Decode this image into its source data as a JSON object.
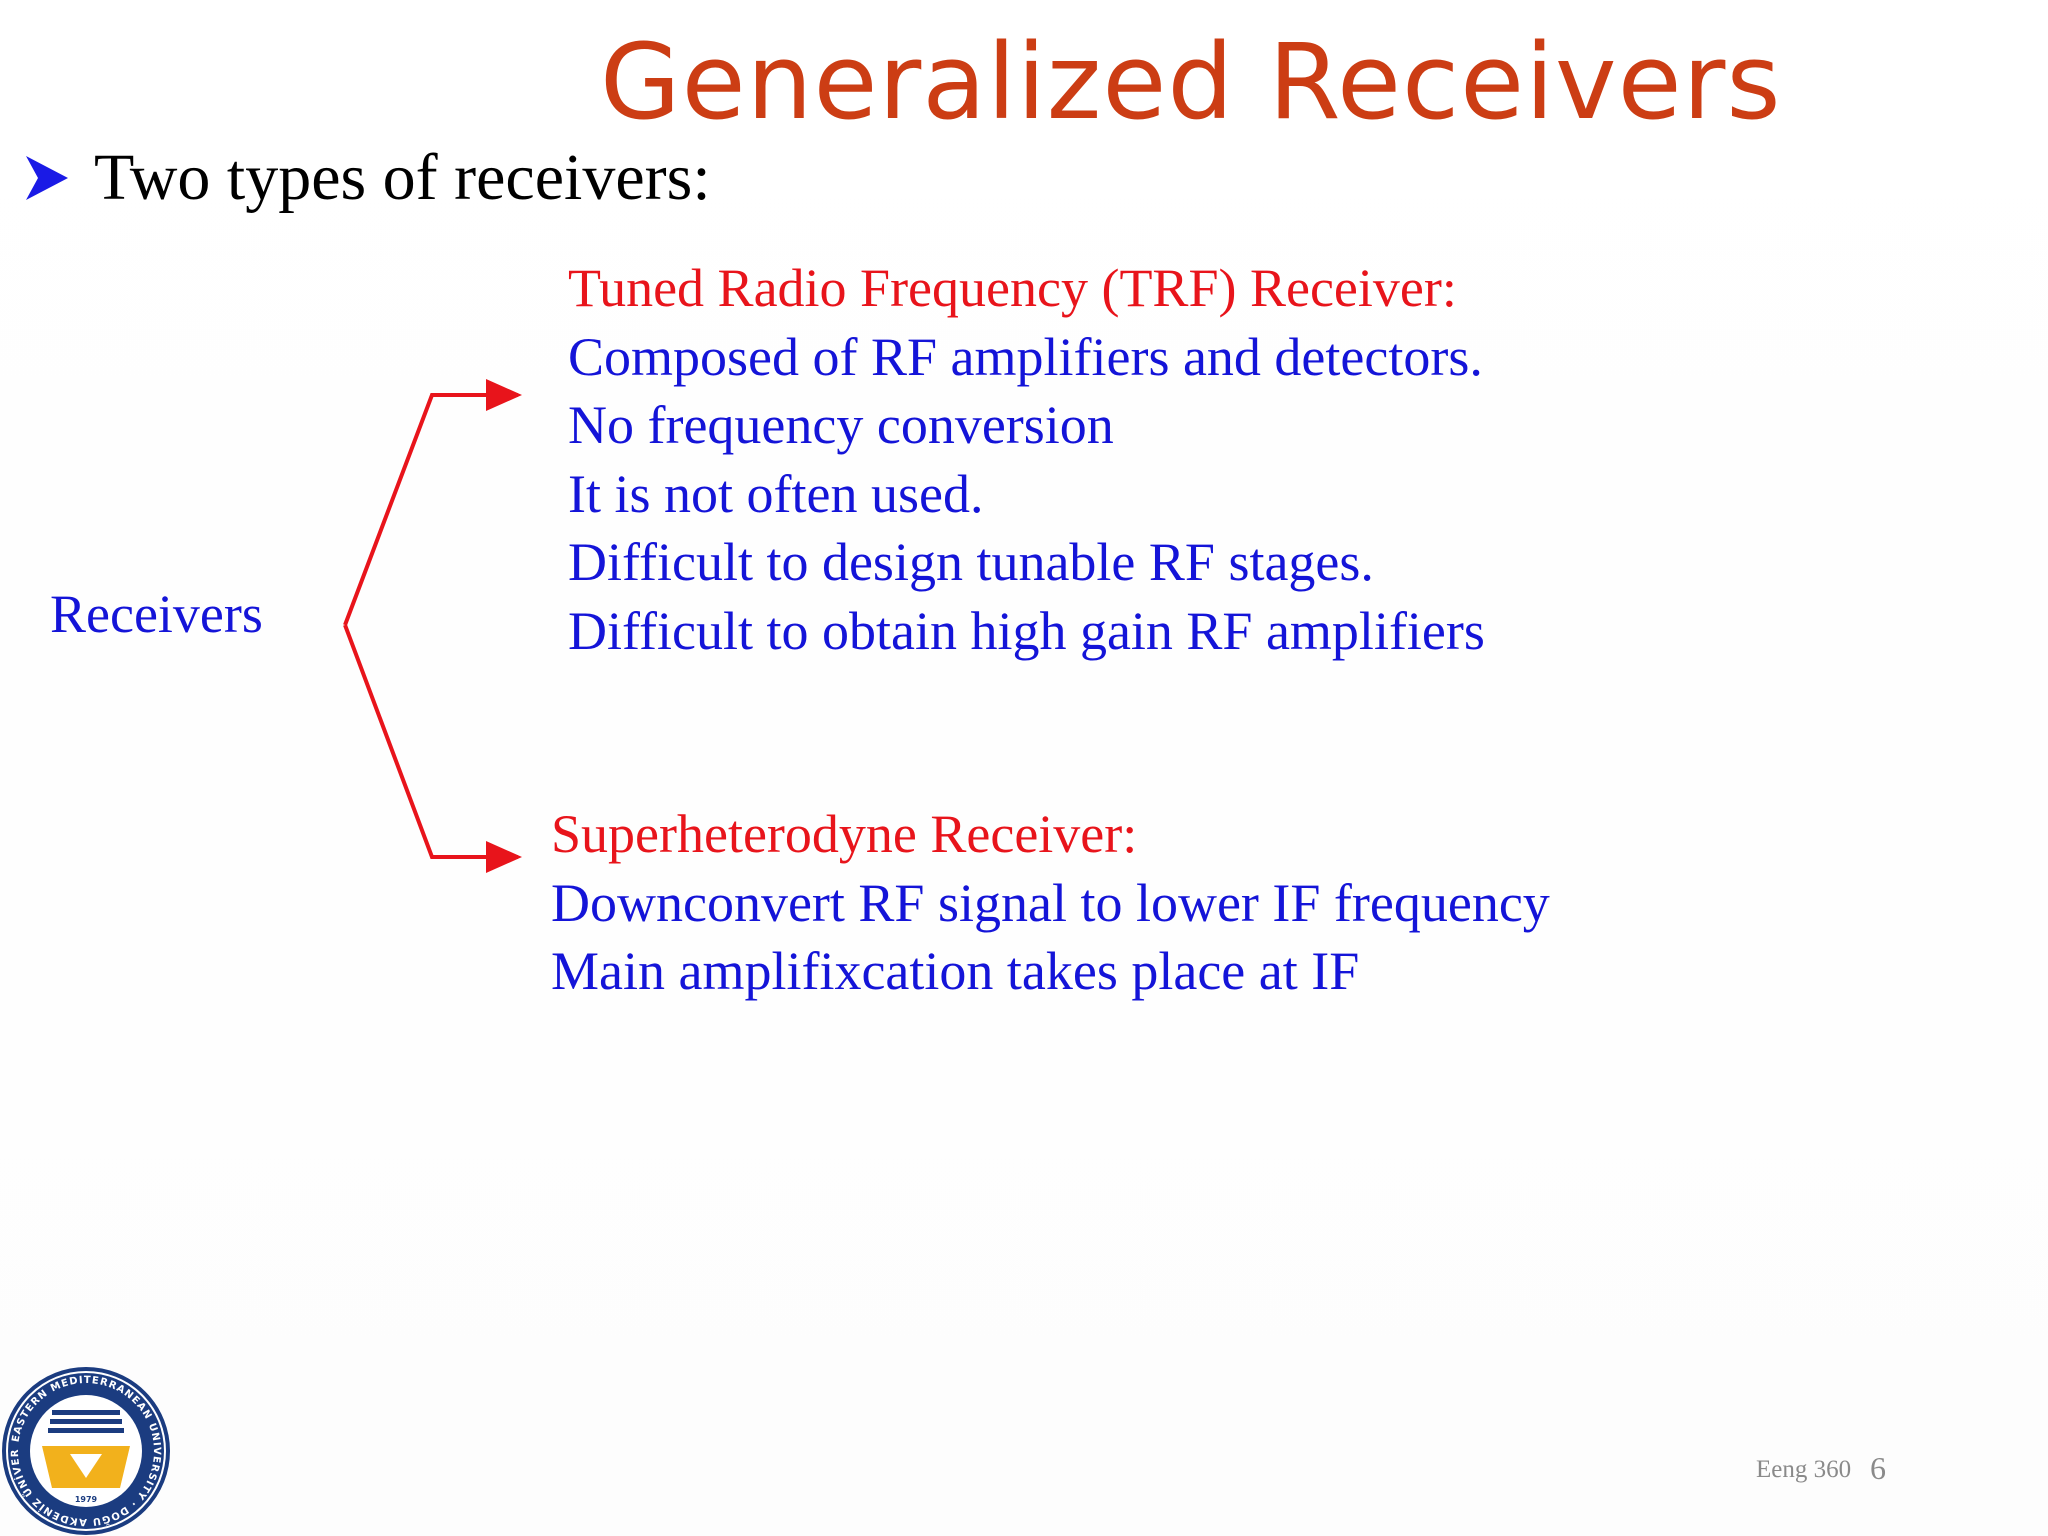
{
  "slide": {
    "title": "Generalized Receivers",
    "bullet": {
      "icon": "arrowhead-bullet-icon",
      "text": "Two types of receivers:"
    },
    "root_label": "Receivers",
    "branches": [
      {
        "heading": "Tuned Radio Frequency (TRF) Receiver:",
        "lines": [
          "Composed of RF amplifiers and detectors.",
          "No frequency conversion",
          "It is not often used.",
          "Difficult to design tunable RF stages.",
          "Difficult to obtain high gain RF amplifiers"
        ]
      },
      {
        "heading": "Superheterodyne Receiver:",
        "lines": [
          "Downconvert RF signal to lower IF frequency",
          "Main amplifixcation takes place at IF"
        ]
      }
    ],
    "logo": {
      "icon": "university-seal-icon",
      "ring_text": "EASTERN MEDITERRANEAN UNIVERSITY · DOĞU AKDENİZ ÜNİVERSİTESİ",
      "year": "1979"
    },
    "footer": {
      "course": "Eeng 360",
      "page": "6"
    }
  },
  "colors": {
    "title": "#cc3d14",
    "heading_red": "#e8141b",
    "body_blue": "#1414d8",
    "bullet_blue": "#1a1ae6",
    "arrow_red": "#e8141b",
    "footer_gray": "#8a8a8a",
    "logo_navy": "#1b3c80",
    "logo_gold": "#f2b11c"
  }
}
